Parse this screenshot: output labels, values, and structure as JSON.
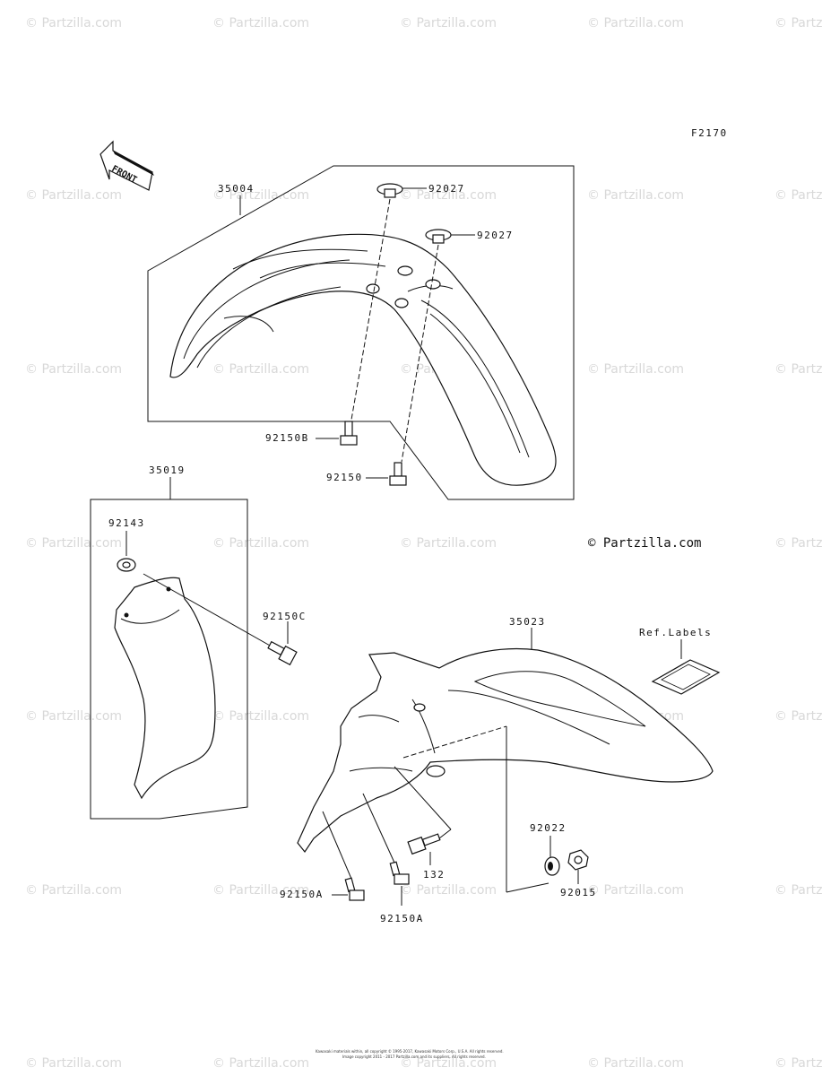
{
  "diagram_code": "F2170",
  "front_label": "FRONT",
  "credit": "© Partzilla.com",
  "watermark_text": "© Partzilla.com",
  "ref_labels_title": "Ref.Labels",
  "footer_line1": "Kawasaki materials within, all copyright © 1995-2017, Kawasaki Motors Corp., U.S.A. All rights reserved.",
  "footer_line2": "Image copyright 2011 - 2017 Partzilla.com and its suppliers. All rights reserved.",
  "parts": {
    "p35004": "35004",
    "p92027a": "92027",
    "p92027b": "92027",
    "p92150B": "92150B",
    "p92150": "92150",
    "p35019": "35019",
    "p92143": "92143",
    "p92150C": "92150C",
    "p35023": "35023",
    "p92022": "92022",
    "p92015": "92015",
    "p132": "132",
    "p92150A_left": "92150A",
    "p92150A_right": "92150A"
  }
}
